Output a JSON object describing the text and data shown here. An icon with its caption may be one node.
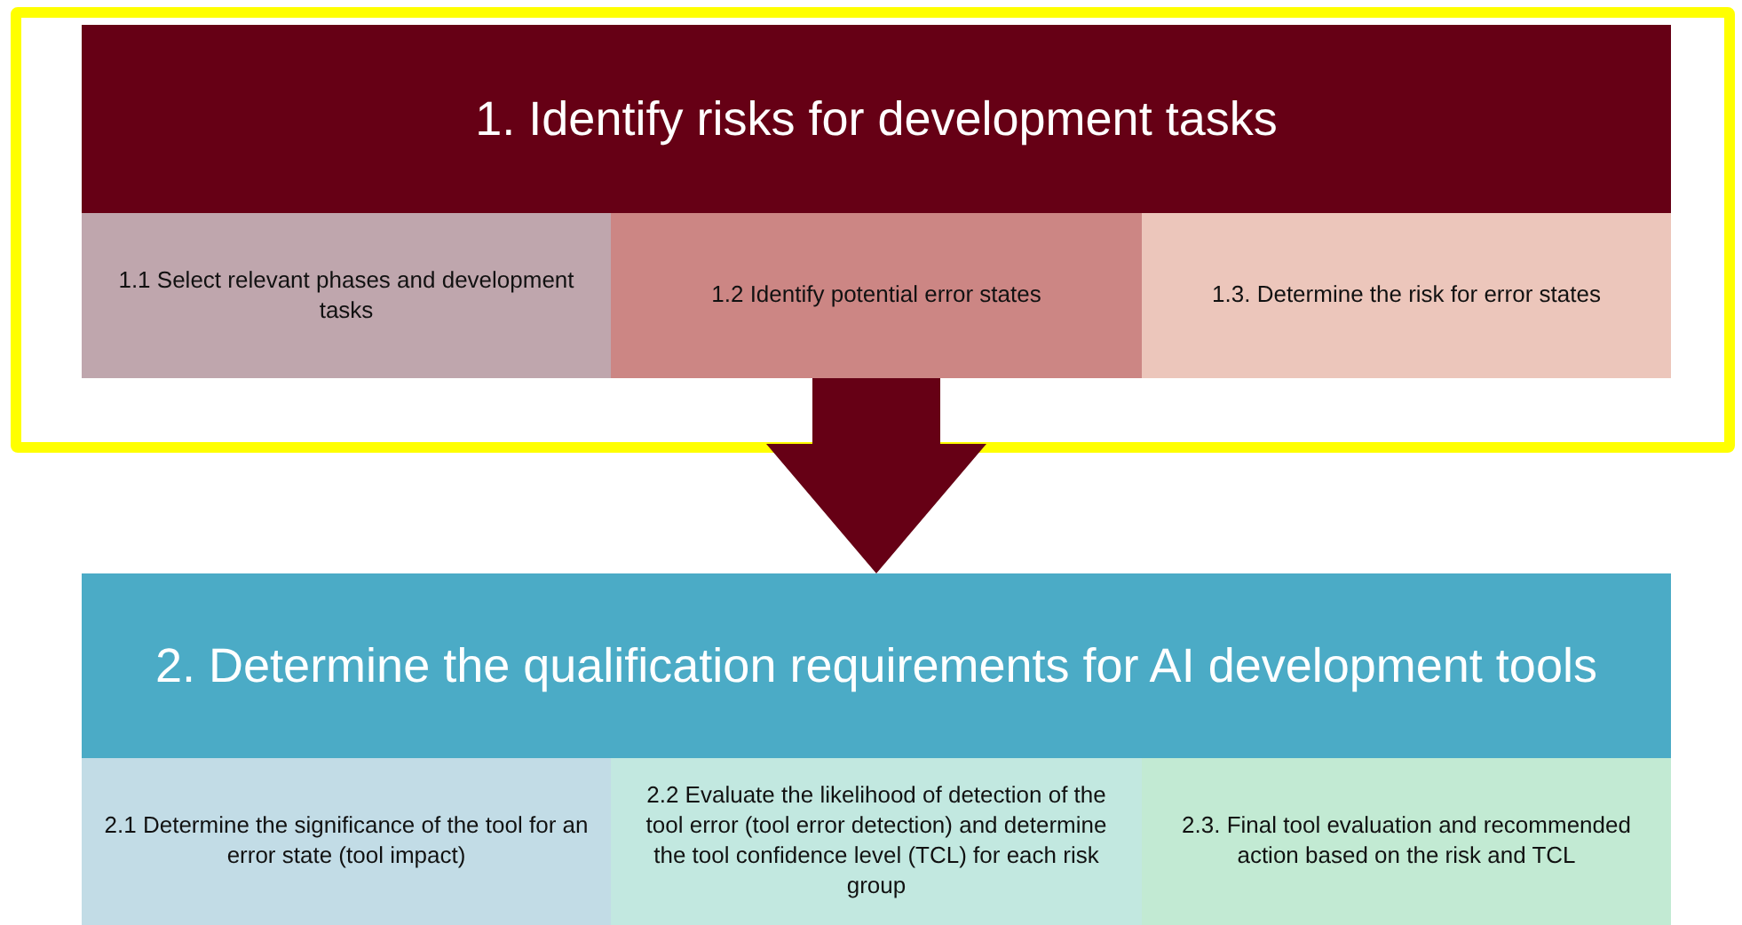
{
  "diagram": {
    "nodes": [
      {
        "text": [
          "1. Identify risks for development tasks"
        ]
      },
      {
        "text": [
          "1.1 Select relevant phases and development tasks"
        ],
        "in": 0
      },
      {
        "text": [
          "1.2 Identify potential error states"
        ],
        "in": 0
      },
      {
        "text": [
          "1.3. Determine the risk for error states"
        ],
        "in": 0
      },
      {
        "text": [
          "2. Determine the qualification requirements for AI development tools"
        ]
      },
      {
        "text": [
          "2.1 Determine the significance of the tool for an error state (tool impact)"
        ],
        "in": 4
      },
      {
        "text": [
          "2.2 Evaluate the likelihood of detection of the tool error (tool error detection) and determine the tool confidence level (TCL) for each risk group"
        ],
        "in": 4
      },
      {
        "text": [
          "2.3. Final tool evaluation and recommended action based on the risk and TCL"
        ],
        "in": 4
      }
    ],
    "edges": [
      {
        "from": 0,
        "to": 4,
        "arrow": "to"
      }
    ]
  }
}
